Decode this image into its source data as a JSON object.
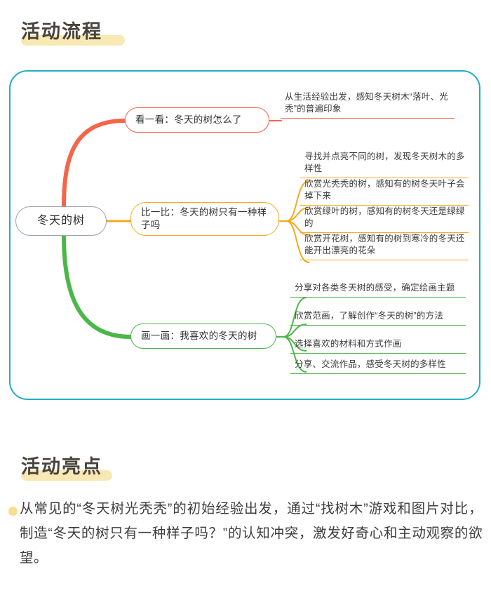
{
  "sections": {
    "flow": {
      "title": "活动流程"
    },
    "highlight": {
      "title": "活动亮点",
      "paragraph": "从常见的“冬天树光秃秃”的初始经验出发，通过“找树木”游戏和图片对比，制造“冬天的树只有一种样子吗？”的认知冲突，激发好奇心和主动观察的欲望。"
    }
  },
  "mindmap": {
    "root": "冬天的树",
    "branches": [
      {
        "label": "看一看：冬天的树怎么了",
        "color": "#f4654a",
        "leaves": [
          "从生活经验出发，感知冬天树木“落叶、光秃”的普遍印象"
        ]
      },
      {
        "label": "比一比：冬天的树只有一种样子吗",
        "color": "#f6a821",
        "leaves": [
          "寻找并点亮不同的树，发现冬天树木的多样性",
          "欣赏光秃秃的树，感知有的树冬天叶子会掉下来",
          "欣赏绿叶的树，感知有的树冬天还是绿绿的",
          "欣赏开花树，感知有的树到寒冷的冬天还能开出漂亮的花朵"
        ]
      },
      {
        "label": "画一画：我喜欢的冬天的树",
        "color": "#4cb749",
        "leaves": [
          "分享对各类冬天树的感受，确定绘画主题",
          "欣赏范画，了解创作“冬天的树”的方法",
          "选择喜欢的材料和方式作画",
          "分享、交流作品，感受冬天树的多样性"
        ]
      }
    ]
  },
  "colors": {
    "card_border": "#23aec0",
    "highlight_bar": "#f8e9b4",
    "bullet": "#f8dd8e",
    "root_border": "#9aa3ae"
  }
}
